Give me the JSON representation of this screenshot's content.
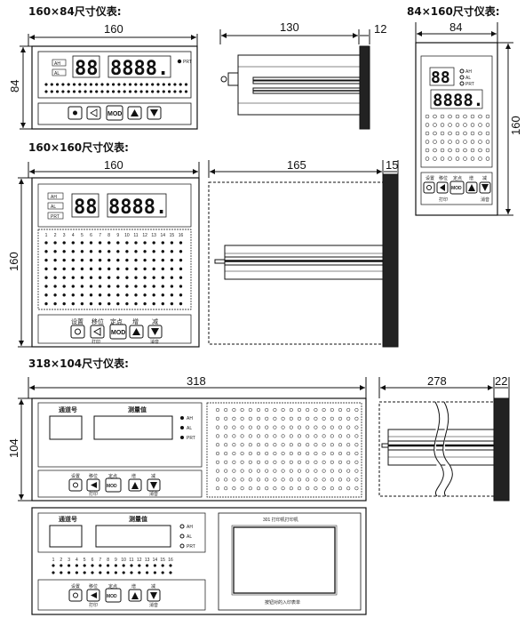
{
  "section_labels": {
    "s160x84": "160×84尺寸仪表:",
    "s84x160": "84×160尺寸仪表:",
    "s160x160": "160×160尺寸仪表:",
    "s318x104": "318×104尺寸仪表:"
  },
  "dims": {
    "w160a": "160",
    "h84": "84",
    "d130": "130",
    "d12": "12",
    "w84": "84",
    "h160a": "160",
    "w160b": "160",
    "h160b": "160",
    "d165": "165",
    "d15": "15",
    "w318": "318",
    "h104": "104",
    "d278": "278",
    "d22": "22"
  },
  "display": {
    "channel": "88",
    "value": "8888.",
    "ah": "AH",
    "al": "AL",
    "prt": "PRT"
  },
  "buttons": {
    "set": "设置",
    "shift": "移位",
    "point": "定点",
    "up": "增",
    "down": "减",
    "print": "打印",
    "mute": "消音",
    "mod": "MOD"
  },
  "wide_panel": {
    "channel_label": "通道号",
    "value_label": "测量值"
  },
  "printer_panel": {
    "header": "301 打印机打印机",
    "footer": "按钮对的入印表单"
  },
  "channel_numbers": [
    "1",
    "2",
    "3",
    "4",
    "5",
    "6",
    "7",
    "8",
    "9",
    "10",
    "11",
    "12",
    "13",
    "14",
    "15",
    "16"
  ]
}
